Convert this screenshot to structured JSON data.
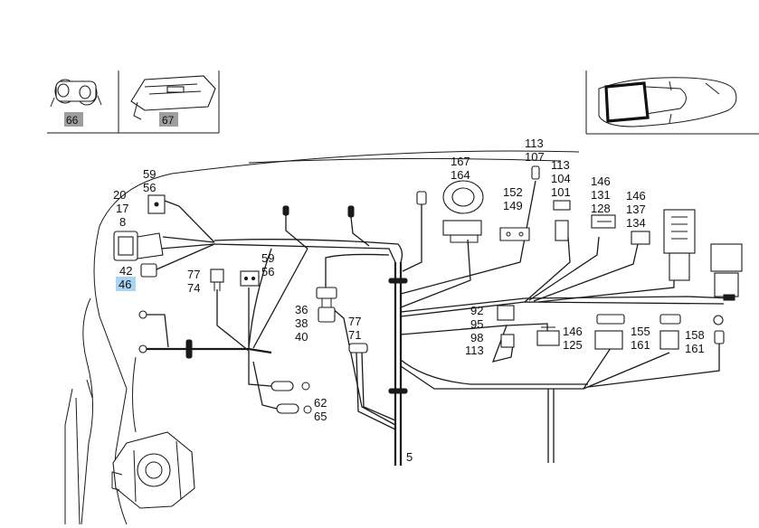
{
  "inset_panels": {
    "left": {
      "items": [
        {
          "label": "66",
          "badge_color": "#9e9e9e"
        },
        {
          "label": "67",
          "badge_color": "#9e9e9e"
        }
      ]
    },
    "right": {
      "icon": "car-door-icon"
    }
  },
  "highlight_color": "#a9d4f2",
  "callouts": {
    "c_59_56_top": [
      "59",
      "56"
    ],
    "c_20_17_8": [
      "20",
      "17",
      "8"
    ],
    "c_42": [
      "42"
    ],
    "c_46": [
      "46"
    ],
    "c_77_74": [
      "77",
      "74"
    ],
    "c_59_56_mid": [
      "59",
      "56"
    ],
    "c_36_38_40": [
      "36",
      "38",
      "40"
    ],
    "c_77_71": [
      "77",
      "71"
    ],
    "c_62_65": [
      "62",
      "65"
    ],
    "c_113_107": [
      "113",
      "107"
    ],
    "c_167_164": [
      "167",
      "164"
    ],
    "c_113_104_101": [
      "113",
      "104",
      "101"
    ],
    "c_152_149": [
      "152",
      "149"
    ],
    "c_146_131_128": [
      "146",
      "131",
      "128"
    ],
    "c_146_137_134": [
      "146",
      "137",
      "134"
    ],
    "c_92_95_98_113": [
      "92",
      "95",
      "98",
      "113"
    ],
    "c_146_125": [
      "146",
      "125"
    ],
    "c_155_161": [
      "155",
      "161"
    ],
    "c_158_161": [
      "158",
      "161"
    ],
    "c_5": [
      "5"
    ]
  }
}
